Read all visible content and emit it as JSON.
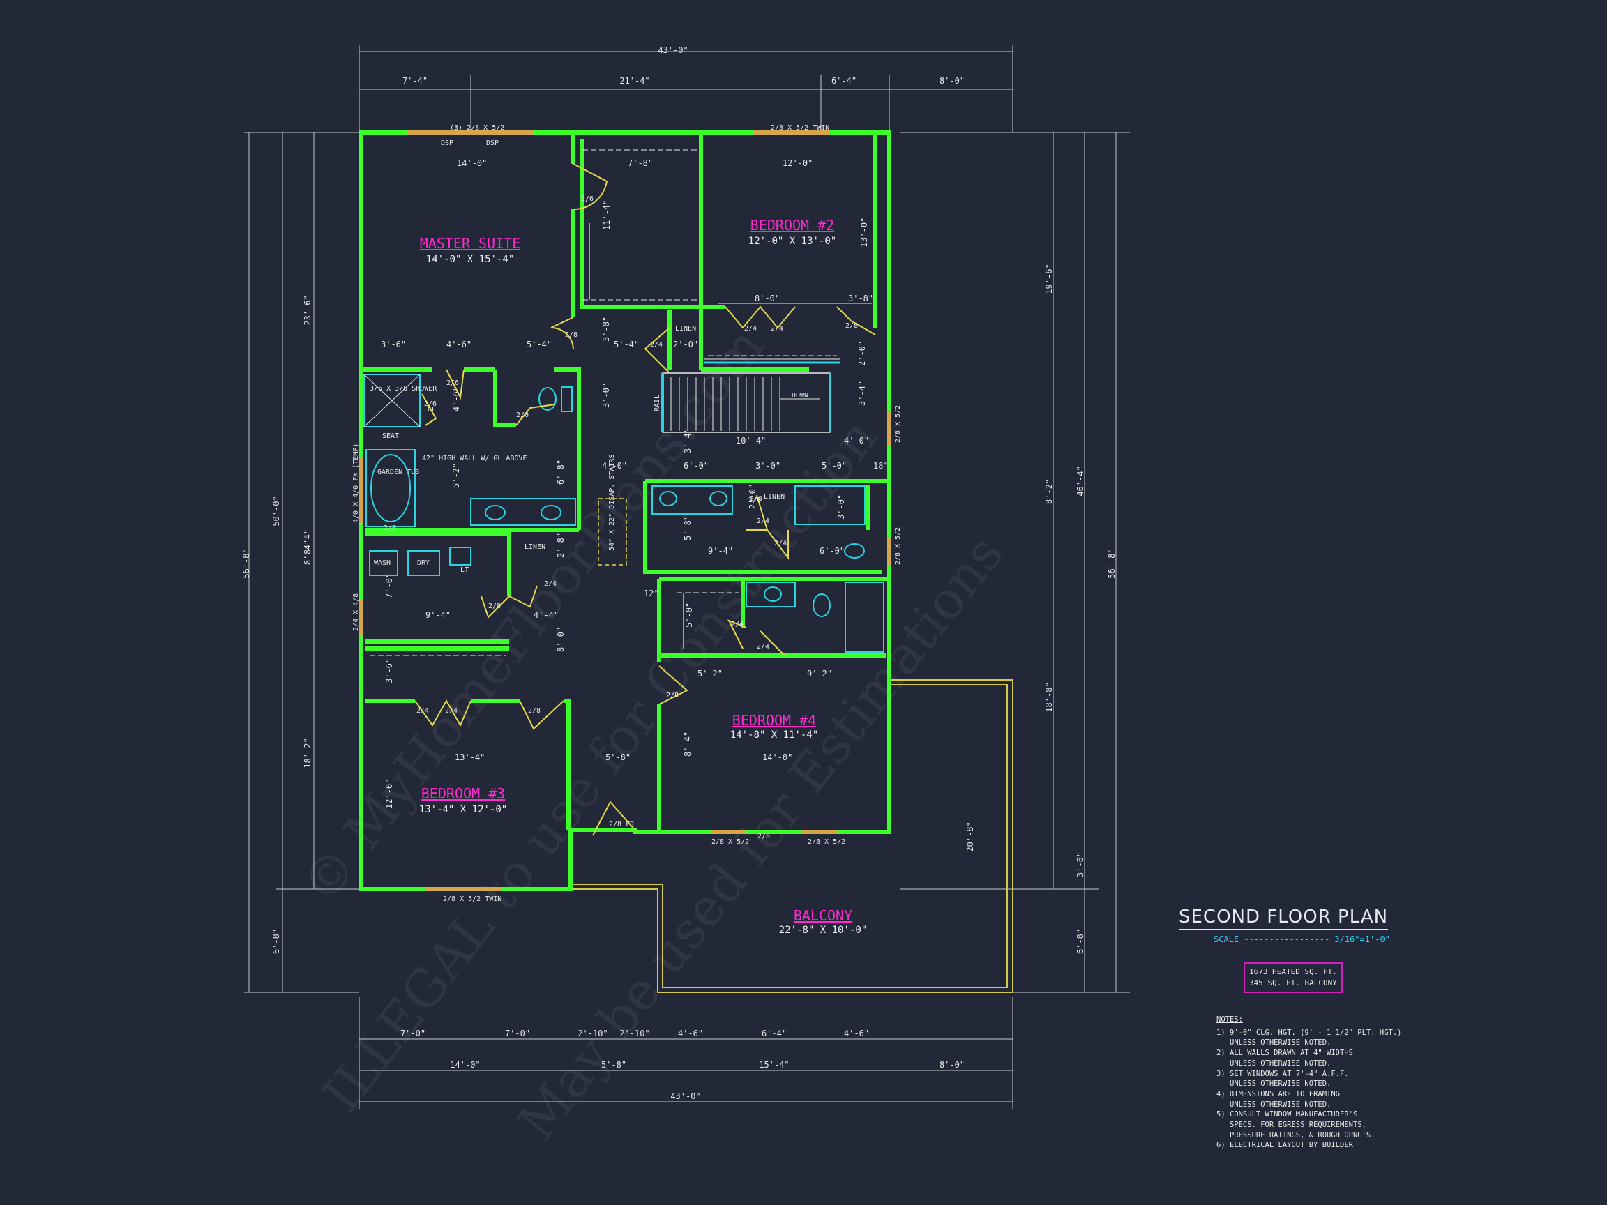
{
  "title_block": {
    "title": "SECOND FLOOR PLAN",
    "scale_label": "SCALE",
    "scale_dashes": "-----------------",
    "scale_value": "3/16\"=1'-0\""
  },
  "area": {
    "heated": "1673 HEATED SQ. FT.",
    "balcony": "345 SQ. FT. BALCONY"
  },
  "notes": {
    "title": "NOTES:",
    "items": [
      "1) 9'-0\" CLG. HGT. (9' - 1 1/2\" PLT. HGT.)\n   UNLESS OTHERWISE NOTED.",
      "2) ALL WALLS DRAWN AT 4\" WIDTHS\n   UNLESS OTHERWISE NOTED.",
      "3) SET WINDOWS AT 7'-4\" A.F.F.\n   UNLESS OTHERWISE NOTED.",
      "4) DIMENSIONS ARE TO FRAMING\n   UNLESS OTHERWISE NOTED.",
      "5) CONSULT WINDOW MANUFACTURER'S\n   SPECS. FOR EGRESS REQUIREMENTS,\n   PRESSURE RATINGS, & ROUGH OPNG'S.",
      "6) ELECTRICAL LAYOUT BY BUILDER"
    ]
  },
  "rooms": {
    "master": {
      "name": "MASTER SUITE",
      "size": "14'-0\" X 15'-4\""
    },
    "bed2": {
      "name": "BEDROOM #2",
      "size": "12'-0\" X 13'-0\""
    },
    "bed3": {
      "name": "BEDROOM #3",
      "size": "13'-4\" X 12'-0\""
    },
    "bed4": {
      "name": "BEDROOM #4",
      "size": "14'-8\" X 11'-4\""
    },
    "balcony": {
      "name": "BALCONY",
      "size": "22'-8\" X 10'-0\""
    }
  },
  "labels": {
    "shower": "3/6 X 3/6 SHOWER",
    "seat": "SEAT",
    "garden_tub": "GARDEN TUB",
    "wall_note": "42\" HIGH WALL W/ GL ABOVE",
    "wash": "WASH",
    "dry": "DRY",
    "lt": "LT",
    "linen": "LINEN",
    "down": "DOWN",
    "rail": "RAIL",
    "attic": "54\" X 22\" DISAP. STAIRS",
    "gl": "GL"
  },
  "top_dims": {
    "overall": "43'-0\"",
    "segments": [
      "7'-4\"",
      "21'-4\"",
      "6'-4\"",
      "8'-0\""
    ]
  },
  "bottom_dims": {
    "overall": "43'-0\"",
    "row1": [
      "7'-0\"",
      "7'-0\"",
      "2'-10\"",
      "2'-10\"",
      "4'-6\"",
      "6'-4\"",
      "4'-6\""
    ],
    "row2": [
      "14'-0\"",
      "5'-8\"",
      "15'-4\"",
      "8'-0\""
    ]
  },
  "left_dims": {
    "overall": "56'-8\"",
    "outer": [
      "50'-0\"",
      "6'-8\""
    ],
    "inner": [
      "23'-6\"",
      "8'-4\"",
      "18'-2\""
    ]
  },
  "right_dims": {
    "overall": "56'-8\"",
    "outer": [
      "46'-4\"",
      "3'-8\"",
      "6'-8\""
    ],
    "inner": [
      "19'-6\"",
      "8'-2\"",
      "18'-8\""
    ],
    "balcony_depth": "20'-8\""
  },
  "interior_dims": [
    "14'-0\"",
    "7'-8\"",
    "12'-0\"",
    "11'-4\"",
    "13'-0\"",
    "3'-6\"",
    "4'-6\"",
    "5'-4\"",
    "3'-8\"",
    "5'-4\"",
    "2'-0\"",
    "8'-0\"",
    "3'-8\"",
    "2'-0\"",
    "3'-4\"",
    "4'-6\"",
    "3'-0\"",
    "5'-2\"",
    "6'-8\"",
    "10'-4\"",
    "4'-0\"",
    "3'-4\"",
    "4'-0\"",
    "6'-0\"",
    "3'-0\"",
    "5'-0\"",
    "18\"",
    "2'-0\"",
    "3'-0\"",
    "5'-8\"",
    "9'-4\"",
    "6'-0\"",
    "2'-8\"",
    "8'-4\"",
    "7'-0\"",
    "9'-4\"",
    "4'-4\"",
    "12\"",
    "5'-0\"",
    "5'-2\"",
    "9'-2\"",
    "8'-0\"",
    "3'-6\"",
    "13'-4\"",
    "5'-8\"",
    "14'-8\"",
    "8'-4\"",
    "12'-0\""
  ],
  "doors": [
    "2/6",
    "2/8",
    "2/4",
    "2/4",
    "2/4",
    "2/8",
    "2/6",
    "2/0",
    "2/6",
    "2/0",
    "2/0",
    "2/4",
    "2/4",
    "2/8",
    "2/4",
    "2/4",
    "2/4",
    "2/8",
    "2/4",
    "2/4",
    "2/8",
    "2/8",
    "2/8 FR",
    "2/0"
  ],
  "windows": [
    "(3) 2/8 X 5/2",
    "DSP",
    "DSP",
    "2/8 X 5/2 TWIN",
    "2/8 X 5/2",
    "2/8 X 5/2",
    "2/8 X 5/2",
    "2/8 X 5/2",
    "2/8 X 5/2 TWIN",
    "2/4 X 4/8",
    "4/0 X 4/0 FX (TEMP)"
  ],
  "watermark": {
    "line1": "© MyHomeFloorPlans.com",
    "line2": "ILLEGAL to use for Construction",
    "line3": "May be used for Estimations"
  },
  "colors": {
    "background": "#232838",
    "walls": "#3dff2a",
    "room_names": "#ff2bd0",
    "doors": "#e6d84a",
    "fixtures": "#28d4e0",
    "scale": "#33d0ff"
  }
}
